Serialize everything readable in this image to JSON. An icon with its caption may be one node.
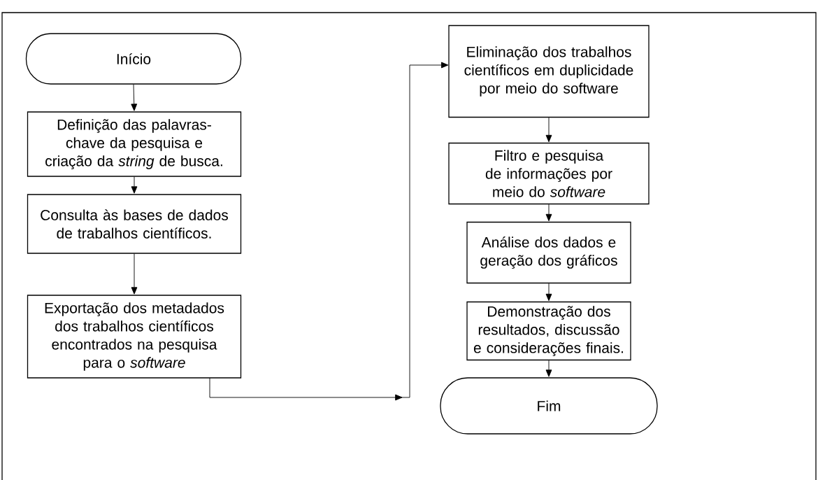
{
  "diagram": {
    "nodes": [
      {
        "text": [
          "Início"
        ]
      },
      {
        "text": [
          "Definição das palavras-chave da pesquisa e criação da *string* de busca."
        ]
      },
      {
        "text": [
          "Consulta às bases de dados de trabalhos científicos."
        ]
      },
      {
        "text": [
          "Exportação dos metadados dos trabalhos científicos encontrados na pesquisa para o *software*"
        ]
      },
      {
        "text": [
          "Eliminação dos trabalhos científicos em duplicidade por meio do software"
        ]
      },
      {
        "text": [
          "Filtro e pesquisa de informações por meio do *software*"
        ]
      },
      {
        "text": [
          "Análise dos dados e geração dos gráficos"
        ]
      },
      {
        "text": [
          "Demonstração dos resultados, discussão e considerações finais."
        ]
      },
      {
        "text": [
          "Fim"
        ]
      }
    ],
    "edges": [
      {
        "from": 0,
        "to": 1,
        "arrow": "to"
      },
      {
        "from": 1,
        "to": 2,
        "arrow": "to"
      },
      {
        "from": 2,
        "to": 3,
        "arrow": "to"
      },
      {
        "from": 3,
        "to": 4,
        "arrow": "to"
      },
      {
        "from": 4,
        "to": 5,
        "arrow": "to"
      },
      {
        "from": 5,
        "to": 6,
        "arrow": "to"
      },
      {
        "from": 6,
        "to": 7,
        "arrow": "to"
      },
      {
        "from": 7,
        "to": 8,
        "arrow": "to"
      }
    ]
  }
}
